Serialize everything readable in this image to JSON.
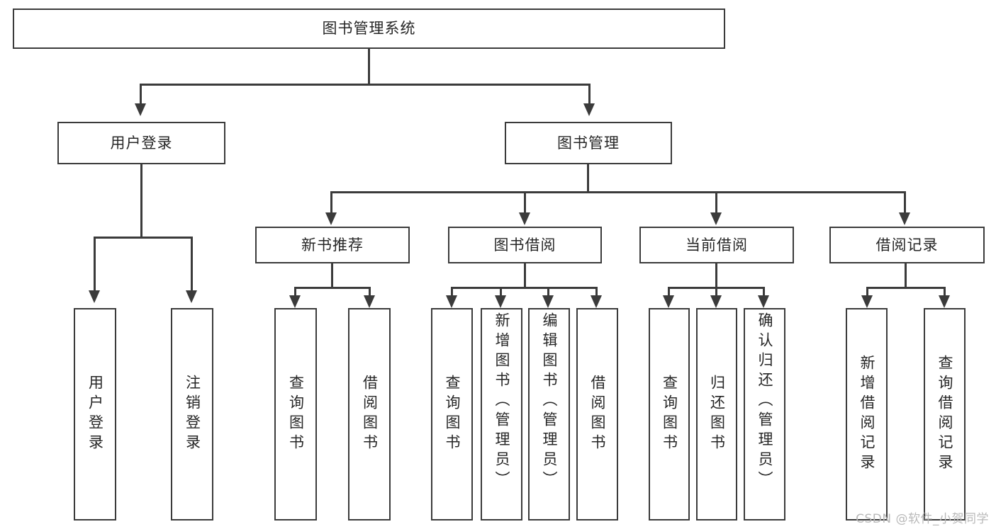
{
  "diagram": {
    "type": "tree",
    "title": "图书管理系统",
    "watermark": "CSDN @软件_小贺同学",
    "root": {
      "label": "图书管理系统",
      "children": [
        {
          "label": "用户登录",
          "children": [
            {
              "label": "用户登录"
            },
            {
              "label": "注销登录"
            }
          ]
        },
        {
          "label": "图书管理",
          "children": [
            {
              "label": "新书推荐",
              "children": [
                {
                  "label": "查询图书"
                },
                {
                  "label": "借阅图书"
                }
              ]
            },
            {
              "label": "图书借阅",
              "children": [
                {
                  "label": "查询图书"
                },
                {
                  "label": "新增图书（管理员）"
                },
                {
                  "label": "编辑图书（管理员）"
                },
                {
                  "label": "借阅图书"
                }
              ]
            },
            {
              "label": "当前借阅",
              "children": [
                {
                  "label": "查询图书"
                },
                {
                  "label": "归还图书"
                },
                {
                  "label": "确认归还（管理员）"
                }
              ]
            },
            {
              "label": "借阅记录",
              "children": [
                {
                  "label": "新增借阅记录"
                },
                {
                  "label": "查询借阅记录"
                }
              ]
            }
          ]
        }
      ]
    },
    "nodes": {
      "root": "图书管理系统",
      "l1_user_login": "用户登录",
      "l1_book_manage": "图书管理",
      "l2_new_book_rec": "新书推荐",
      "l2_book_borrow": "图书借阅",
      "l2_current_borrow": "当前借阅",
      "l2_borrow_record": "借阅记录",
      "leaf_user_login": "用户登录",
      "leaf_logout": "注销登录",
      "leaf_rec_query_book": "查询图书",
      "leaf_rec_borrow_book": "借阅图书",
      "leaf_borrow_query_book": "查询图书",
      "leaf_borrow_add_book": "新增图书（管理员）",
      "leaf_borrow_edit_book": "编辑图书（管理员）",
      "leaf_borrow_borrow_book": "借阅图书",
      "leaf_cur_query_book": "查询图书",
      "leaf_cur_return_book": "归还图书",
      "leaf_cur_confirm_return": "确认归还（管理员）",
      "leaf_rec_add_record": "新增借阅记录",
      "leaf_rec_query_record": "查询借阅记录"
    },
    "colors": {
      "stroke": "#3b3b3b",
      "text": "#262626",
      "background": "#ffffff",
      "watermark": "#b9b9b9"
    }
  }
}
